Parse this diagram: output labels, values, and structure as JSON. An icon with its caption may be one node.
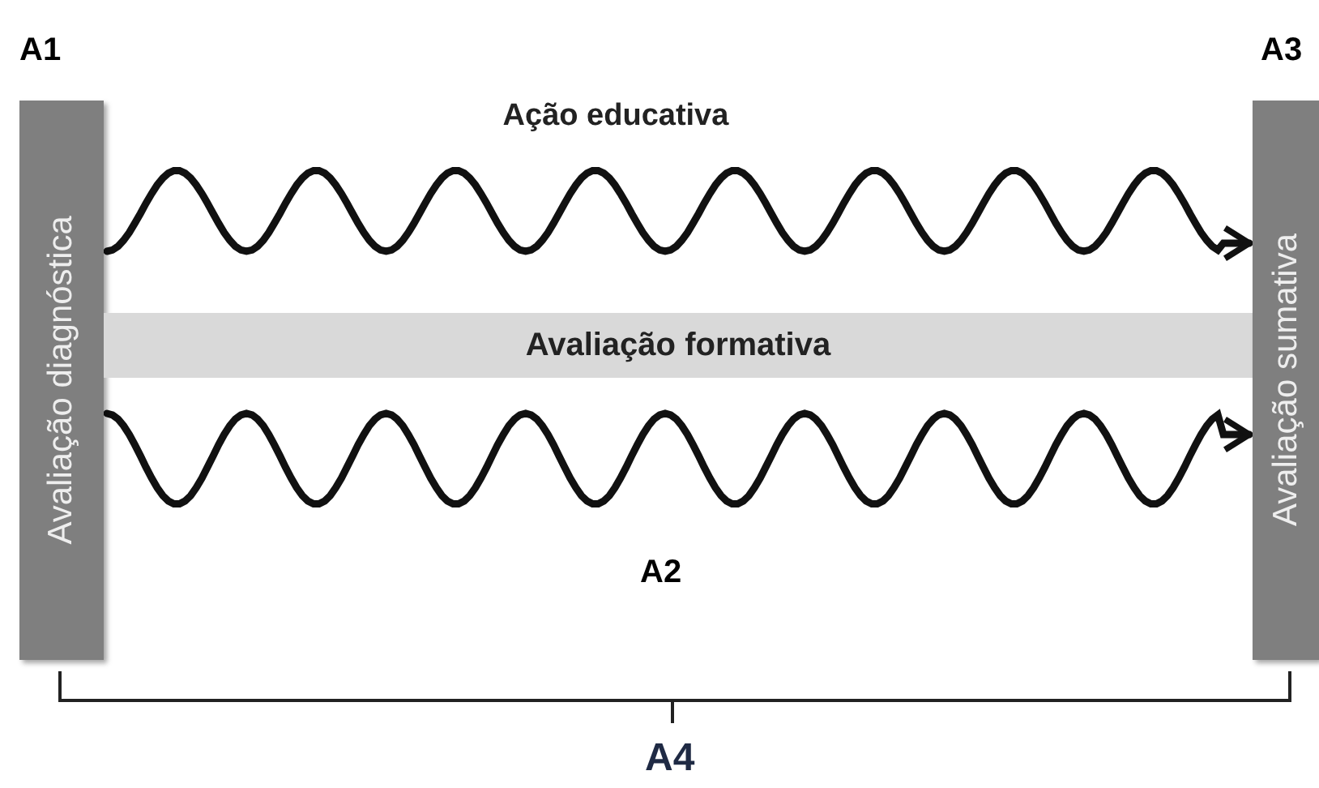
{
  "diagram": {
    "nodes": [
      {
        "text": [
          "Avaliação diagnóstica"
        ]
      },
      {
        "text": [
          "Avaliação formativa"
        ]
      },
      {
        "text": [
          "Avaliação sumativa"
        ]
      }
    ],
    "edges": [
      {
        "from": 0,
        "to": 2,
        "arrow": "to",
        "label": "Ação educativa"
      },
      {
        "from": 0,
        "to": 2,
        "arrow": "to"
      }
    ],
    "labels": [
      "A1",
      "A3",
      "A2",
      "A4"
    ]
  }
}
